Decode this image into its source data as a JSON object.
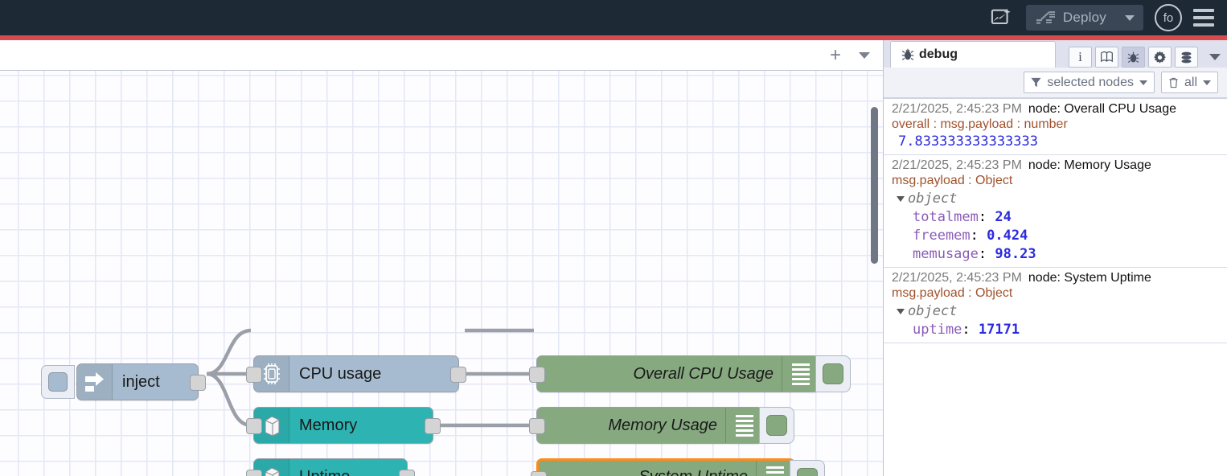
{
  "header": {
    "flow_ai_icon": "flow-sparkle-icon",
    "deploy_label": "Deploy",
    "deploy_icon": "deploy-icon",
    "deploy_caret_icon": "chevron-down-icon",
    "avatar_initials": "fo",
    "menu_icon": "hamburger-menu-icon",
    "accent_bar_color": "#d94a4f",
    "background_color": "#1e2936"
  },
  "workspace": {
    "add_tab_label": "+",
    "tab_list_caret_icon": "chevron-down-icon",
    "grid_color": "#e4e7f6"
  },
  "flow": {
    "nodes": [
      {
        "id": "inject",
        "label": "inject",
        "icon": "inject-arrow-icon",
        "color": "#a6bbcf",
        "type": "inject",
        "selected": false
      },
      {
        "id": "cpu",
        "label": "CPU usage",
        "icon": "cpu-chip-icon",
        "color": "#a6bbcf",
        "type": "input",
        "selected": false
      },
      {
        "id": "memory",
        "label": "Memory",
        "icon": "server-box-icon",
        "color": "#2eb3b3",
        "type": "input",
        "selected": false
      },
      {
        "id": "uptime",
        "label": "Uptime",
        "icon": "server-box-icon",
        "color": "#2eb3b3",
        "type": "input",
        "selected": false
      },
      {
        "id": "dbg1",
        "label": "Overall CPU Usage",
        "icon": "debug-lines-icon",
        "color": "#87a980",
        "type": "debug",
        "selected": false
      },
      {
        "id": "dbg2",
        "label": "Memory Usage",
        "icon": "debug-lines-icon",
        "color": "#87a980",
        "type": "debug",
        "selected": false
      },
      {
        "id": "dbg3",
        "label": "System Uptime",
        "icon": "debug-lines-icon",
        "color": "#87a980",
        "type": "debug",
        "selected": true
      }
    ],
    "selection_color": "#ff8c1a"
  },
  "sidebar": {
    "active_tab": "debug",
    "tab_icon": "bug-icon",
    "icon_buttons": [
      {
        "name": "info-icon",
        "glyph": "i",
        "active": false
      },
      {
        "name": "help-book-icon",
        "glyph": "book",
        "active": false
      },
      {
        "name": "debug-bug-icon",
        "glyph": "bug",
        "active": true
      },
      {
        "name": "config-gear-icon",
        "glyph": "gear",
        "active": false
      },
      {
        "name": "context-data-icon",
        "glyph": "stack",
        "active": false
      }
    ],
    "more_caret_icon": "chevron-down-icon",
    "filter_label": "selected nodes",
    "filter_icon": "funnel-icon",
    "clear_label": "all",
    "clear_icon": "trash-icon",
    "messages": [
      {
        "time": "2/21/2025, 2:45:23 PM",
        "node": "node: Overall CPU Usage",
        "topic": "overall : msg.payload : number",
        "kind": "value",
        "value": "7.833333333333333"
      },
      {
        "time": "2/21/2025, 2:45:23 PM",
        "node": "node: Memory Usage",
        "topic": "msg.payload : Object",
        "kind": "object",
        "object_label": "object",
        "properties": [
          {
            "key": "totalmem",
            "value": "24"
          },
          {
            "key": "freemem",
            "value": "0.424"
          },
          {
            "key": "memusage",
            "value": "98.23"
          }
        ]
      },
      {
        "time": "2/21/2025, 2:45:23 PM",
        "node": "node: System Uptime",
        "topic": "msg.payload : Object",
        "kind": "object",
        "object_label": "object",
        "properties": [
          {
            "key": "uptime",
            "value": "17171"
          }
        ]
      }
    ]
  }
}
